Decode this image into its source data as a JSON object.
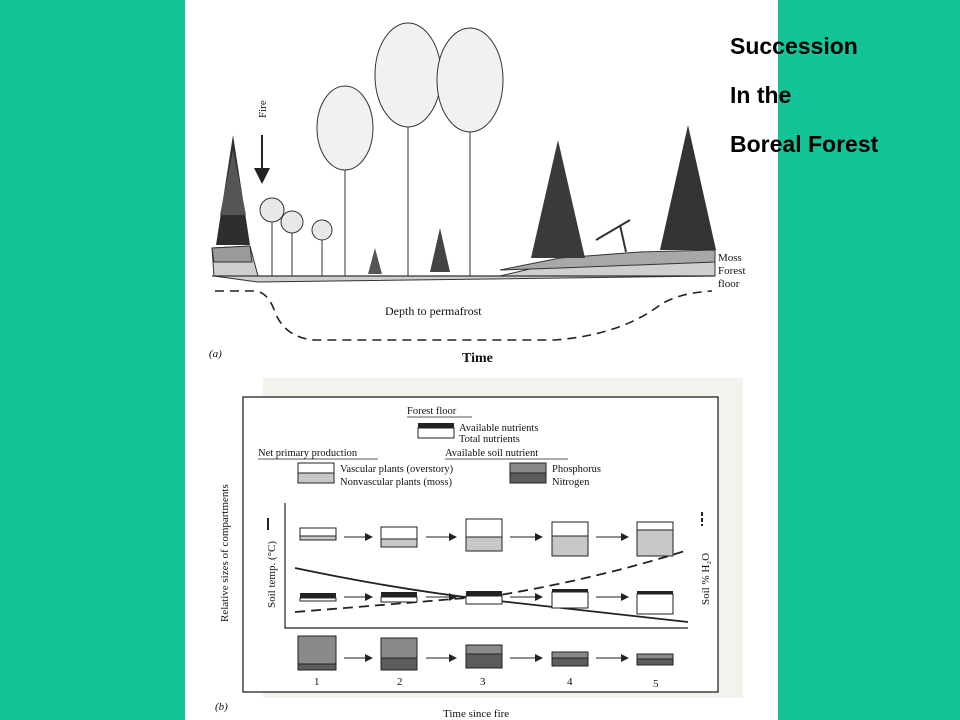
{
  "slide": {
    "title_lines": [
      "Succession",
      "In the",
      "Boreal Forest"
    ],
    "colors": {
      "background": "#12c497",
      "panel": "#ffffff"
    }
  },
  "panel_a": {
    "fire_label": "Fire",
    "layer_labels": [
      "Moss",
      "Forest",
      "floor"
    ],
    "permafrost_label": "Depth to permafrost",
    "x_axis_label": "Time",
    "part_label": "(a)"
  },
  "panel_b": {
    "part_label": "(b)",
    "y_axis_label": "Relative sizes of compartments",
    "x_axis_label": "Time since fire",
    "left_curve_label": "Soil temp. (°C)",
    "right_curve_label": "Soil % H₂O",
    "legend": {
      "forest_floor_heading": "Forest floor",
      "forest_floor_items": [
        "Available nutrients",
        "Total nutrients"
      ],
      "npp_heading": "Net primary production",
      "npp_items": [
        "Vascular plants (overstory)",
        "Nonvascular plants (moss)"
      ],
      "soil_heading": "Available soil nutrient",
      "soil_items": [
        "Phosphorus",
        "Nitrogen"
      ]
    },
    "stages": [
      "1",
      "2",
      "3",
      "4",
      "5"
    ]
  }
}
